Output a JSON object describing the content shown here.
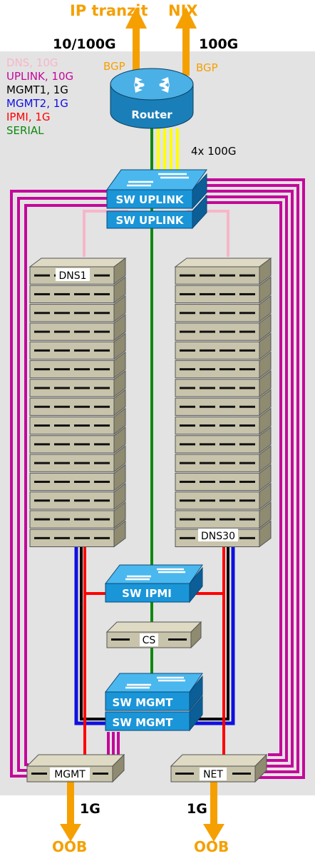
{
  "top": {
    "ext1": "IP tranzit",
    "ext2": "NIX",
    "speed1": "10/100G",
    "speed2": "100G",
    "bgp1": "BGP",
    "bgp2": "BGP"
  },
  "legend": [
    {
      "text": "DNS, 10G",
      "color": "#f7b6c8"
    },
    {
      "text": "UPLINK, 10G",
      "color": "#c4089a"
    },
    {
      "text": "MGMT1, 1G",
      "color": "#000000"
    },
    {
      "text": "MGMT2, 1G",
      "color": "#1010e0"
    },
    {
      "text": "IPMI, 1G",
      "color": "#ff0000"
    },
    {
      "text": "SERIAL",
      "color": "#118811"
    }
  ],
  "router": {
    "label": "Router",
    "link_label": "4x 100G"
  },
  "switches": {
    "uplink1": "SW UPLINK",
    "uplink2": "SW UPLINK",
    "ipmi": "SW IPMI",
    "mgmt1": "SW MGMT",
    "mgmt2": "SW MGMT"
  },
  "servers": {
    "left_first": "DNS1",
    "right_last": "DNS30",
    "console": "CS",
    "mgmt": "MGMT",
    "net": "NET"
  },
  "bottom": {
    "speed1": "1G",
    "speed2": "1G",
    "oob1": "OOB",
    "oob2": "OOB"
  },
  "colors": {
    "orange": "#f5a000",
    "uplink": "#c4089a",
    "dns": "#f7b6c8",
    "mgmt2": "#1010e0",
    "ipmi": "#ff0000",
    "serial": "#118811",
    "router_yellow": "#ffff00",
    "switch_blue": "#1a95d8",
    "server_face": "#c8c4ac",
    "background_panel": "#e3e3e3"
  }
}
